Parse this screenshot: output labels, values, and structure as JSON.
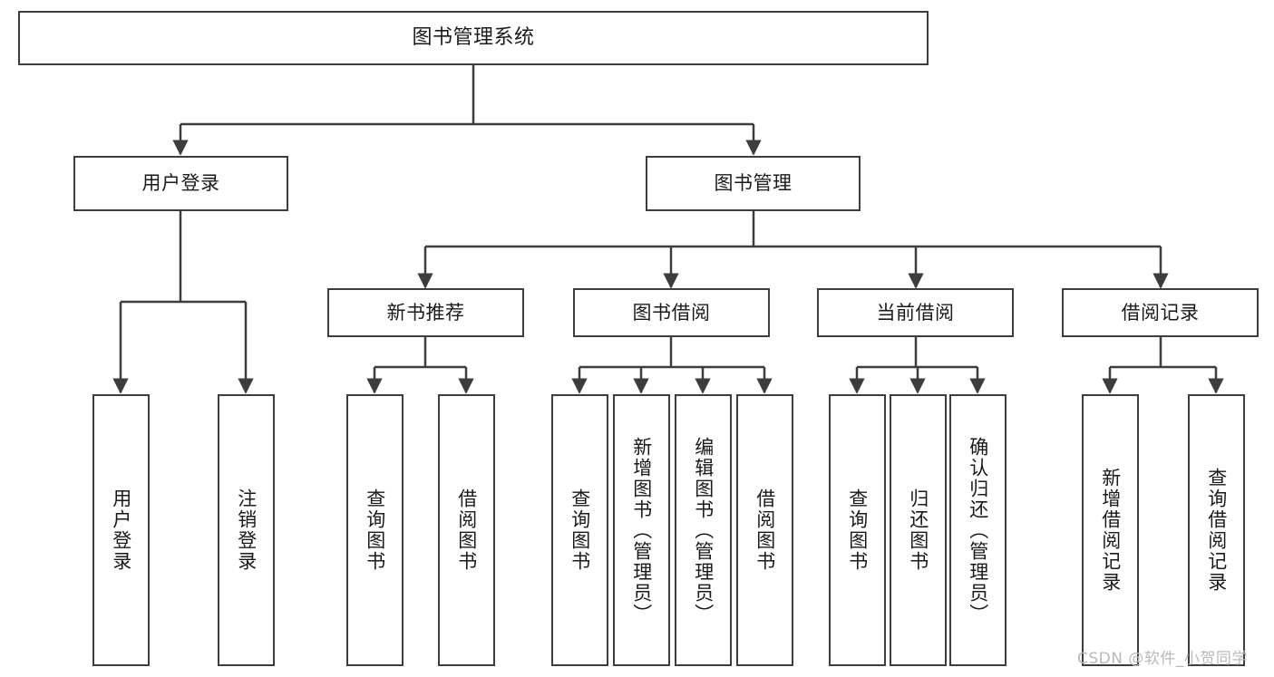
{
  "diagram": {
    "type": "tree-hierarchy",
    "title": "图书管理系统",
    "watermark": "CSDN @软件_小贺同学",
    "colors": {
      "background": "#ffffff",
      "stroke": "#3d3d3d",
      "text": "#1a1a1a",
      "watermark": "#b9b9b9"
    },
    "nodes": {
      "root": "图书管理系统",
      "level2": [
        "用户登录",
        "图书管理"
      ],
      "level3": [
        "新书推荐",
        "图书借阅",
        "当前借阅",
        "借阅记录"
      ],
      "leaves": {
        "user_login": [
          "用户登录",
          "注销登录"
        ],
        "new_book_recommend": [
          "查询图书",
          "借阅图书"
        ],
        "book_borrow": [
          "查询图书",
          "新增图书（管理员）",
          "编辑图书（管理员）",
          "借阅图书"
        ],
        "current_borrow": [
          "查询图书",
          "归还图书",
          "确认归还（管理员）"
        ],
        "borrow_record": [
          "新增借阅记录",
          "查询借阅记录"
        ]
      }
    }
  }
}
